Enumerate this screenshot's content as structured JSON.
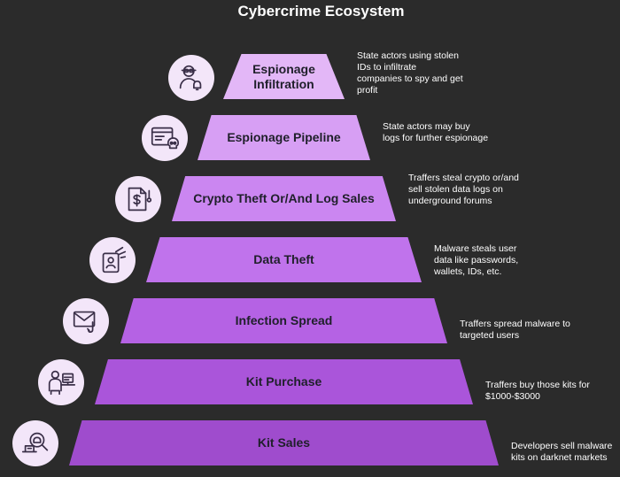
{
  "title": "Cybercrime Ecosystem",
  "colors": {
    "background": "#2b2b2b",
    "icon_circle": "#f3e6f9",
    "icon_stroke": "#3a2f48",
    "tier_text": "#1f1f2a",
    "description_text": "#ffffff"
  },
  "tiers": [
    {
      "label": "Espionage Infiltration",
      "description": "State actors using stolen IDs to infiltrate companies to spy and get profit",
      "icon": "spy-bell-icon",
      "color": "#e3b7f7"
    },
    {
      "label": "Espionage Pipeline",
      "description": "State actors may buy logs for further espionage",
      "icon": "browser-skull-icon",
      "color": "#d79ff4"
    },
    {
      "label": "Crypto Theft Or/And Log Sales",
      "description": "Traffers steal crypto or/and sell stolen data logs on underground forums",
      "icon": "dollar-document-icon",
      "color": "#cb86f1"
    },
    {
      "label": "Data Theft",
      "description": "Malware steals user data like passwords, wallets, IDs, etc.",
      "icon": "id-card-grab-icon",
      "color": "#c073ec"
    },
    {
      "label": "Infection Spread",
      "description": "Traffers spread malware to targeted users",
      "icon": "email-hook-icon",
      "color": "#b562e4"
    },
    {
      "label": "Kit Purchase",
      "description": "Traffers buy those kits for $1000-$3000",
      "icon": "person-computer-icon",
      "color": "#aa55da"
    },
    {
      "label": "Kit Sales",
      "description": "Developers sell malware kits on darknet markets",
      "icon": "magnifier-bug-icon",
      "color": "#9f4ccd"
    }
  ]
}
